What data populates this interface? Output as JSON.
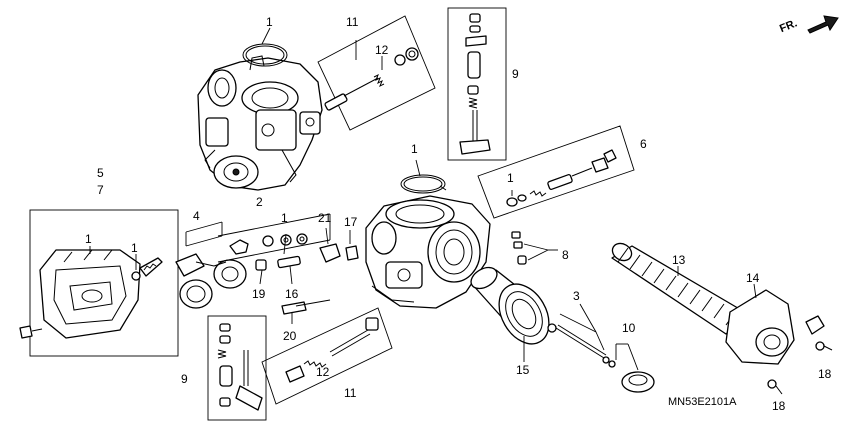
{
  "diagram": {
    "diagram_code": "MN53E2101A",
    "direction_marker": "FR.",
    "part_callouts": [
      {
        "number": "1"
      },
      {
        "number": "11"
      },
      {
        "number": "12"
      },
      {
        "number": "9"
      },
      {
        "number": "1"
      },
      {
        "number": "6"
      },
      {
        "number": "1"
      },
      {
        "number": "5"
      },
      {
        "number": "7"
      },
      {
        "number": "1"
      },
      {
        "number": "1"
      },
      {
        "number": "4"
      },
      {
        "number": "2"
      },
      {
        "number": "1"
      },
      {
        "number": "21"
      },
      {
        "number": "17"
      },
      {
        "number": "8"
      },
      {
        "number": "13"
      },
      {
        "number": "14"
      },
      {
        "number": "19"
      },
      {
        "number": "16"
      },
      {
        "number": "20"
      },
      {
        "number": "3"
      },
      {
        "number": "10"
      },
      {
        "number": "15"
      },
      {
        "number": "12"
      },
      {
        "number": "11"
      },
      {
        "number": "9"
      },
      {
        "number": "18"
      },
      {
        "number": "18"
      }
    ]
  }
}
